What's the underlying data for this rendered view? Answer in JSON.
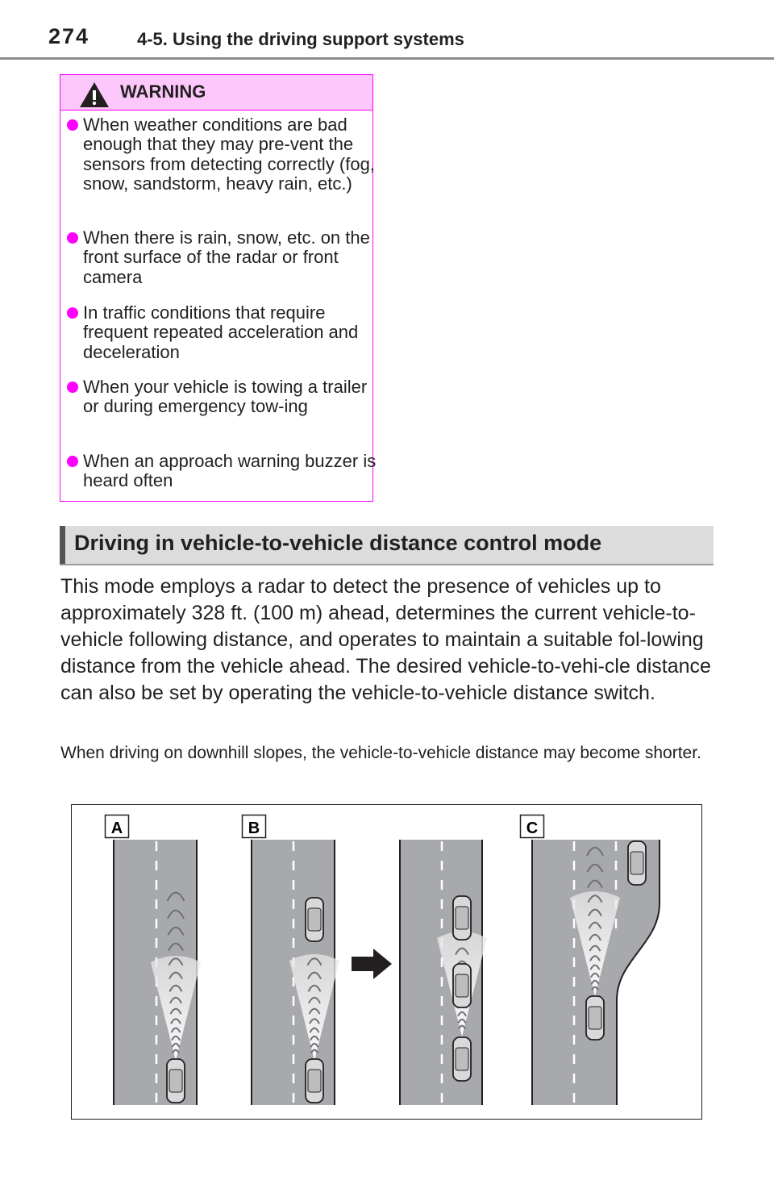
{
  "header": {
    "page_number": "274",
    "section_title": "4-5. Using the driving support systems"
  },
  "warning": {
    "title": "WARNING",
    "items": [
      "When weather conditions are bad enough that they may pre-vent the sensors from detecting correctly (fog, snow, sandstorm, heavy rain, etc.)",
      "When there is rain, snow, etc. on the front surface of the radar or front camera",
      "In traffic conditions that require frequent repeated acceleration and deceleration",
      "When your vehicle is towing a trailer or during emergency tow-ing",
      "When an approach warning buzzer is heard often"
    ]
  },
  "section": {
    "title": "Driving in vehicle-to-vehicle distance control mode",
    "body": "This mode employs a radar to detect the presence of vehicles up to approximately 328 ft. (100 m) ahead, determines the current vehicle-to-vehicle following distance, and operates to maintain a suitable fol-lowing distance from the vehicle ahead. The desired vehicle-to-vehi-cle distance can also be set by operating the vehicle-to-vehicle distance switch.",
    "note": "When driving on downhill slopes, the vehicle-to-vehicle distance may become shorter."
  },
  "figure": {
    "labels": [
      "A",
      "B",
      "C"
    ]
  },
  "colors": {
    "warning_border": "#ff00ff",
    "warning_header": "#fcc8fc",
    "road": "#a7a9ac"
  }
}
